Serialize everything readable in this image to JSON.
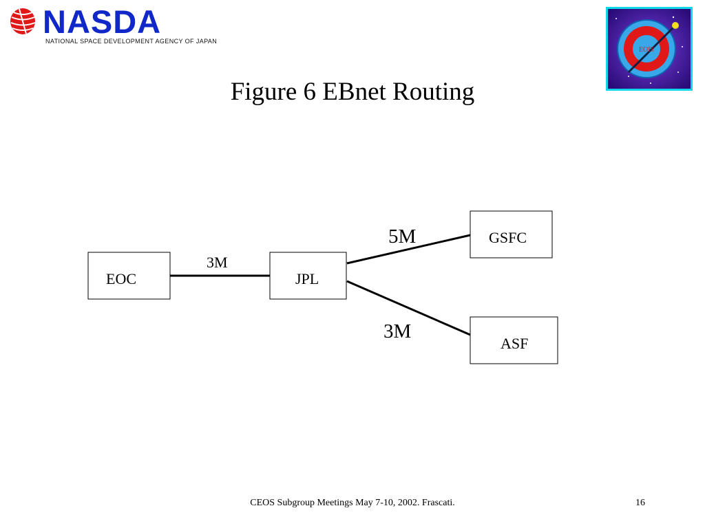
{
  "header": {
    "logo_text": "NASDA",
    "logo_tagline": "NATIONAL SPACE DEVELOPMENT AGENCY OF JAPAN",
    "eos_logo_text": "EOIS"
  },
  "title": "Figure 6 EBnet Routing",
  "diagram": {
    "nodes": [
      {
        "id": "eoc",
        "label": "EOC"
      },
      {
        "id": "jpl",
        "label": "JPL"
      },
      {
        "id": "gsfc",
        "label": "GSFC"
      },
      {
        "id": "asf",
        "label": "ASF"
      }
    ],
    "links": [
      {
        "from": "eoc",
        "to": "jpl",
        "label": "3M"
      },
      {
        "from": "jpl",
        "to": "gsfc",
        "label": "5M"
      },
      {
        "from": "jpl",
        "to": "asf",
        "label": "3M"
      }
    ]
  },
  "footer": {
    "text": "CEOS Subgroup Meetings  May 7-10, 2002.  Frascati.",
    "page_number": "16"
  },
  "colors": {
    "nasda_blue": "#1028c8",
    "emblem_red": "#e01818",
    "eos_frame": "#10d8e8",
    "eos_background": "#4418a0"
  }
}
